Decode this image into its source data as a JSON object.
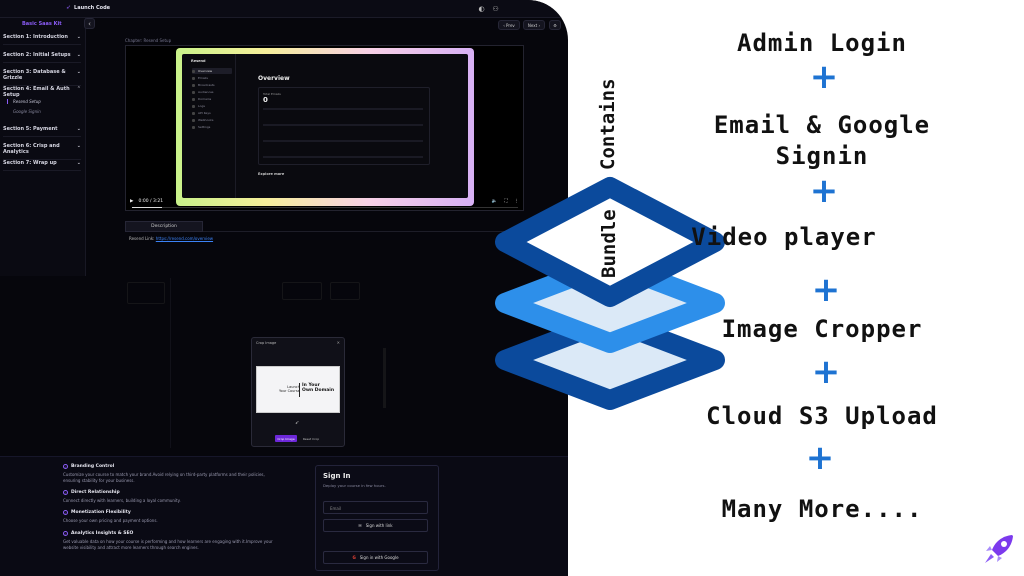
{
  "app": {
    "brand": "Launch Code",
    "prev": "‹ Prev",
    "next": "Next ›",
    "sidebar_title": "Basic Saas Kit",
    "sections": [
      "Section 1: Introduction",
      "Section 2: Initial Setups",
      "Section 3: Database & Grizzle",
      "Section 4: Email & Auth Setup",
      "Section 5: Payment",
      "Section 6: Crisp and Analytics",
      "Section 7: Wrap up"
    ],
    "subitems": [
      "Resend Setup",
      "Google Signin"
    ],
    "chapter": "Chapter: Resend Setup",
    "video": {
      "inner_logo": "Resend",
      "inner_nav": [
        "Overview",
        "Emails",
        "Broadcasts",
        "Audiences",
        "Domains",
        "Logs",
        "API Keys",
        "Webhooks",
        "Settings"
      ],
      "overview": "Overview",
      "total_emails": "Total Emails",
      "count": "0",
      "explore": "Explore more",
      "time": "0:00 / 3:21"
    },
    "description_tab": "Description",
    "resend_label": "Resend Link:",
    "resend_url": "https://resend.com/overview",
    "cropper": {
      "title": "Crop Image",
      "text_left": "Launch\nYour Course",
      "text_right": "In Your\nOwn Domain",
      "crop_btn": "Crop Image",
      "reset_btn": "Reset Crop"
    },
    "features": [
      {
        "title": "Branding Control",
        "text": "Customize your course to match your brand.Avoid relying on third-party platforms and their policies, ensuring stability for your business."
      },
      {
        "title": "Direct Relationship",
        "text": "Connect directly with learners, building a loyal community."
      },
      {
        "title": "Monetization Flexibility",
        "text": "Choose your own pricing and payment options."
      },
      {
        "title": "Analytics Insights & SEO",
        "text": "Get valuable data on how your course is performing and how learners are engaging with it.Improve your website visibility and attract more learners through search engines."
      }
    ],
    "signin": {
      "title": "Sign In",
      "subtitle": "Deploy your course in few hours.",
      "email_placeholder": "Email",
      "link_btn": "Sign with link",
      "google_btn": "Sign in with Google"
    }
  },
  "promo": {
    "vertical_1": "Bundle",
    "vertical_2": "Contains",
    "items": [
      "Admin Login",
      "Email & Google\nSignin",
      "Video player",
      "Image Cropper",
      "Cloud S3 Upload",
      "Many More...."
    ],
    "plus": "+",
    "accent": "#1e73d2",
    "stack_dark": "#0b4a9c",
    "stack_light": "#2d8fea"
  }
}
